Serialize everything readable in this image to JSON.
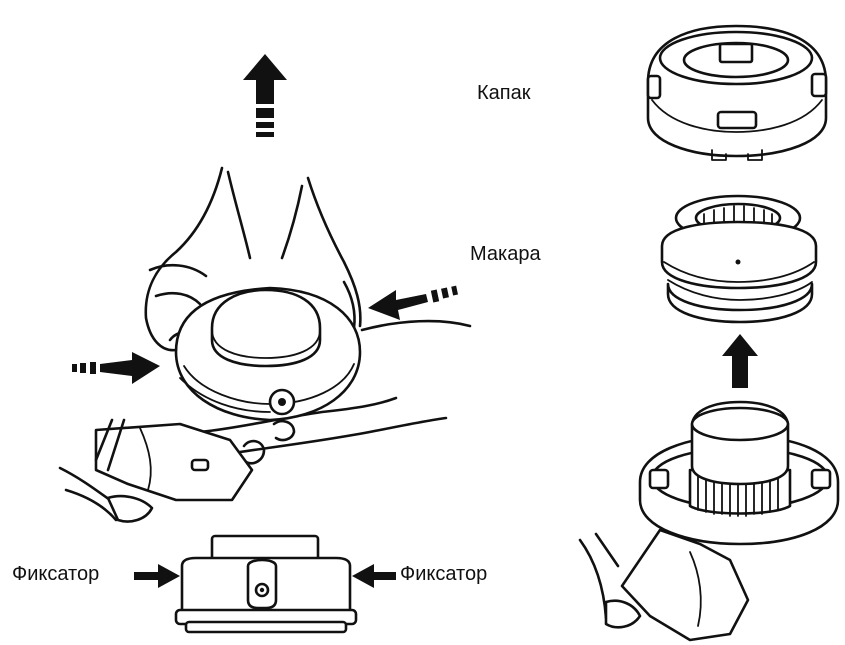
{
  "labels": {
    "cap": "Капак",
    "spool": "Макара",
    "latch_left": "Фиксатор",
    "latch_right": "Фиксатор"
  },
  "colors": {
    "ink": "#111111",
    "background": "#ffffff"
  }
}
